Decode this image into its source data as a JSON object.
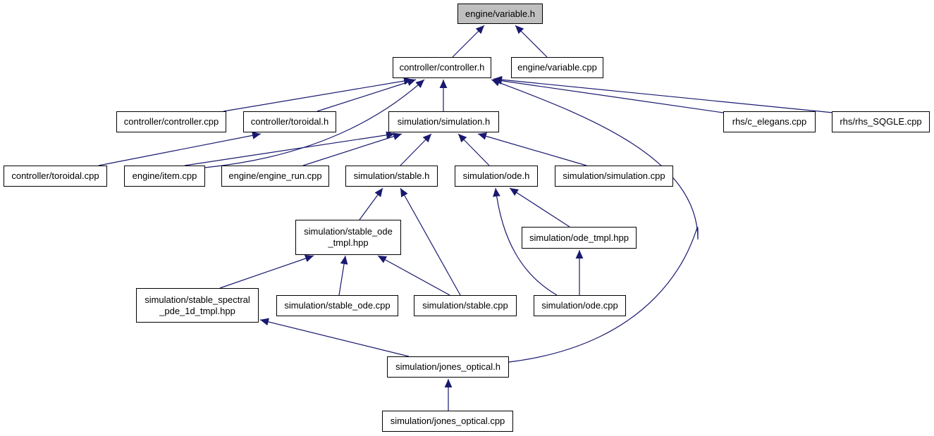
{
  "graph": {
    "edge_color": "#191970",
    "root_fill": "#bfbfbf",
    "nodes": [
      {
        "id": "variable_h",
        "lines": [
          "engine/variable.h"
        ],
        "root": true
      },
      {
        "id": "controller_h",
        "lines": [
          "controller/controller.h"
        ]
      },
      {
        "id": "variable_cpp",
        "lines": [
          "engine/variable.cpp"
        ]
      },
      {
        "id": "controller_cpp",
        "lines": [
          "controller/controller.cpp"
        ]
      },
      {
        "id": "toroidal_h",
        "lines": [
          "controller/toroidal.h"
        ]
      },
      {
        "id": "simulation_h",
        "lines": [
          "simulation/simulation.h"
        ]
      },
      {
        "id": "c_elegans_cpp",
        "lines": [
          "rhs/c_elegans.cpp"
        ]
      },
      {
        "id": "rhs_sqgle_cpp",
        "lines": [
          "rhs/rhs_SQGLE.cpp"
        ]
      },
      {
        "id": "toroidal_cpp",
        "lines": [
          "controller/toroidal.cpp"
        ]
      },
      {
        "id": "item_cpp",
        "lines": [
          "engine/item.cpp"
        ]
      },
      {
        "id": "engine_run_cpp",
        "lines": [
          "engine/engine_run.cpp"
        ]
      },
      {
        "id": "stable_h",
        "lines": [
          "simulation/stable.h"
        ]
      },
      {
        "id": "ode_h",
        "lines": [
          "simulation/ode.h"
        ]
      },
      {
        "id": "simulation_cpp",
        "lines": [
          "simulation/simulation.cpp"
        ]
      },
      {
        "id": "stable_ode_tmpl_hpp",
        "lines": [
          "simulation/stable_ode",
          "_tmpl.hpp"
        ]
      },
      {
        "id": "ode_tmpl_hpp",
        "lines": [
          "simulation/ode_tmpl.hpp"
        ]
      },
      {
        "id": "stable_spectral_hpp",
        "lines": [
          "simulation/stable_spectral",
          "_pde_1d_tmpl.hpp"
        ]
      },
      {
        "id": "stable_ode_cpp",
        "lines": [
          "simulation/stable_ode.cpp"
        ]
      },
      {
        "id": "stable_cpp",
        "lines": [
          "simulation/stable.cpp"
        ]
      },
      {
        "id": "ode_cpp",
        "lines": [
          "simulation/ode.cpp"
        ]
      },
      {
        "id": "jones_optical_h",
        "lines": [
          "simulation/jones_optical.h"
        ]
      },
      {
        "id": "jones_optical_cpp",
        "lines": [
          "simulation/jones_optical.cpp"
        ]
      }
    ],
    "edges": [
      {
        "from": "controller_h",
        "to": "variable_h"
      },
      {
        "from": "variable_cpp",
        "to": "variable_h"
      },
      {
        "from": "controller_cpp",
        "to": "controller_h"
      },
      {
        "from": "toroidal_h",
        "to": "controller_h"
      },
      {
        "from": "item_cpp",
        "to": "controller_h"
      },
      {
        "from": "simulation_h",
        "to": "controller_h"
      },
      {
        "from": "c_elegans_cpp",
        "to": "controller_h"
      },
      {
        "from": "rhs_sqgle_cpp",
        "to": "controller_h"
      },
      {
        "from": "jones_optical_h",
        "to": "controller_h"
      },
      {
        "from": "toroidal_cpp",
        "to": "toroidal_h"
      },
      {
        "from": "item_cpp",
        "to": "simulation_h"
      },
      {
        "from": "engine_run_cpp",
        "to": "simulation_h"
      },
      {
        "from": "stable_h",
        "to": "simulation_h"
      },
      {
        "from": "ode_h",
        "to": "simulation_h"
      },
      {
        "from": "simulation_cpp",
        "to": "simulation_h"
      },
      {
        "from": "stable_ode_tmpl_hpp",
        "to": "stable_h"
      },
      {
        "from": "stable_cpp",
        "to": "stable_h"
      },
      {
        "from": "ode_tmpl_hpp",
        "to": "ode_h"
      },
      {
        "from": "ode_cpp",
        "to": "ode_h"
      },
      {
        "from": "stable_spectral_hpp",
        "to": "stable_ode_tmpl_hpp"
      },
      {
        "from": "stable_ode_cpp",
        "to": "stable_ode_tmpl_hpp"
      },
      {
        "from": "stable_cpp",
        "to": "stable_ode_tmpl_hpp"
      },
      {
        "from": "ode_cpp",
        "to": "ode_tmpl_hpp"
      },
      {
        "from": "jones_optical_h",
        "to": "stable_spectral_hpp"
      },
      {
        "from": "jones_optical_cpp",
        "to": "jones_optical_h"
      }
    ]
  }
}
